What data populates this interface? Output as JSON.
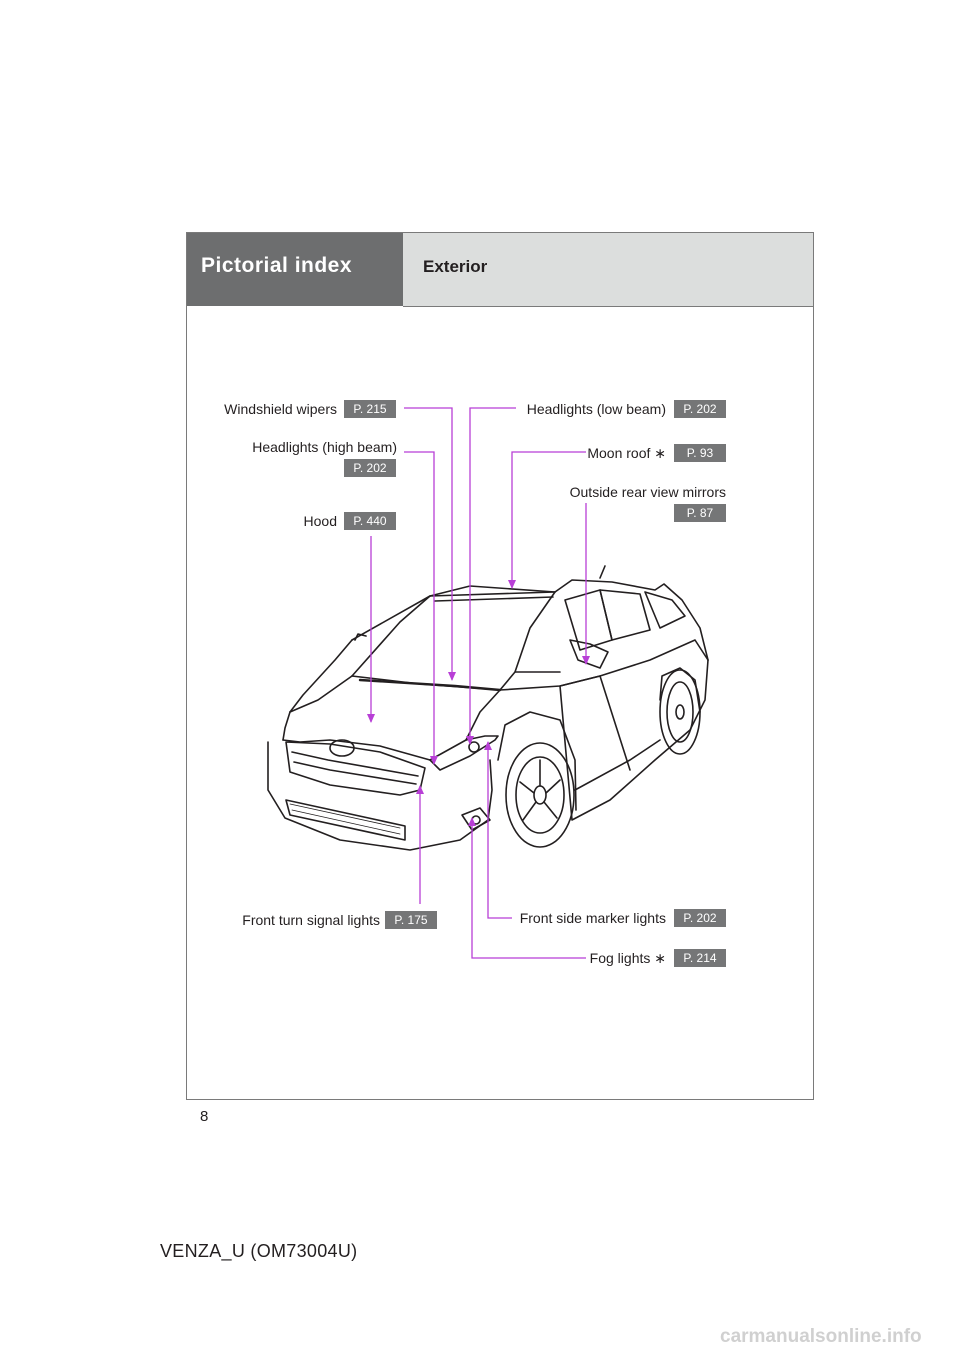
{
  "header": {
    "section": "Pictorial index",
    "subsection": "Exterior"
  },
  "labels": {
    "windshield_wipers": {
      "text": "Windshield wipers",
      "page": "P. 215"
    },
    "headlights_high": {
      "text": "Headlights (high beam)",
      "page": "P. 202"
    },
    "hood": {
      "text": "Hood",
      "page": "P. 440"
    },
    "headlights_low": {
      "text": "Headlights (low beam)",
      "page": "P. 202"
    },
    "moon_roof": {
      "text": "Moon roof ∗",
      "page": "P. 93"
    },
    "mirrors": {
      "text": "Outside rear view mirrors",
      "page": "P. 87"
    },
    "turn_signal": {
      "text": "Front turn signal lights",
      "page": "P. 175"
    },
    "side_marker": {
      "text": "Front side marker lights",
      "page": "P. 202"
    },
    "fog_lights": {
      "text": "Fog lights ∗",
      "page": "P. 214"
    }
  },
  "page_number": "8",
  "footer": "VENZA_U (OM73004U)",
  "watermark": "carmanualsonline.info",
  "colors": {
    "leader_line": "#b83fd6",
    "badge": "#757677",
    "header_dark": "#6d6e6f",
    "header_light": "#dcdedd"
  }
}
